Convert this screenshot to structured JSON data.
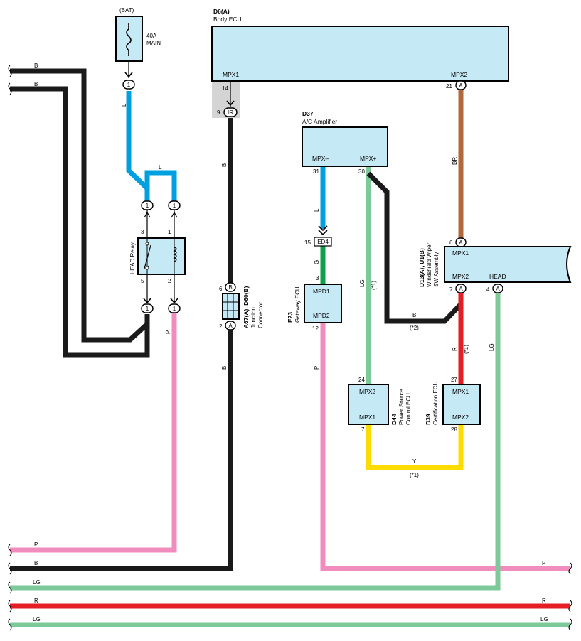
{
  "labels": {
    "bat": "(BAT)",
    "fuse_amp": "40A",
    "fuse_name": "MAIN",
    "d6_code": "D6(A)",
    "d6_name": "Body ECU",
    "d6_mpx1": "MPX1",
    "d6_mpx2": "MPX2",
    "d37_code": "D37",
    "d37_name": "A/C Amplifier",
    "d37_mpx_minus": "MPX–",
    "d37_mpx_plus": "MPX+",
    "ed4": "ED4",
    "e23_code": "E23",
    "e23_name": "Gateway ECU",
    "e23_mpd1": "MPD1",
    "e23_mpd2": "MPD2",
    "d44_code": "D44",
    "d44_name_1": "Power Source",
    "d44_name_2": "Control ECU",
    "d44_mpx2": "MPX2",
    "d44_mpx1": "MPX1",
    "d39_code": "D39",
    "d39_name": "Certification ECU",
    "d39_mpx1": "MPX1",
    "d39_mpx2": "MPX2",
    "d13_code": "D13(A), U1(B)",
    "d13_name_1": "Windshield Wiper",
    "d13_name_2": "SW Assembly",
    "d13_mpx1": "MPX1",
    "d13_mpx2": "MPX2",
    "d13_head": "HEAD",
    "relay_name": "HEAD Relay",
    "jc_code": "A67(A), D60(B)",
    "jc_name_1": "Junction",
    "jc_name_2": "Connector",
    "note_1": "(*1)",
    "note_2": "(*2)"
  },
  "pins": {
    "fuse_out": "1",
    "d6_14": "14",
    "d6_9": "9",
    "ir": "IR",
    "d6_21": "21",
    "d6_a": "A",
    "relay_top1": "1",
    "relay_top2": "1",
    "relay_3": "3",
    "relay_1": "1",
    "relay_5": "5",
    "relay_2": "2",
    "relay_bot1": "1",
    "relay_bot2": "1",
    "jc_6": "6",
    "jc_b": "B",
    "jc_2": "2",
    "jc_a": "A",
    "d37_31": "31",
    "d37_30": "30",
    "ed4_15": "15",
    "e23_3": "3",
    "e23_12": "12",
    "d13_6": "6",
    "d13_6a": "A",
    "d13_7": "7",
    "d13_7a": "A",
    "d13_4": "4",
    "d13_4a": "A",
    "d44_24": "24",
    "d44_7": "7",
    "d39_27": "27",
    "d39_28": "28"
  },
  "wires": {
    "b1": "B",
    "b2": "B",
    "l1": "L",
    "l2": "L",
    "l3": "L",
    "b_jc_top": "B",
    "b_jc_bot": "B",
    "br": "BR",
    "g": "G",
    "lg1": "LG",
    "b_d13": "B",
    "r_d13": "R",
    "p_relay": "P",
    "p_e23": "P",
    "lg_d13": "LG",
    "y": "Y",
    "bus_p_left": "P",
    "bus_b_left": "B",
    "bus_lg_left": "LG",
    "bus_r_left": "R",
    "bus_lg2_left": "LG",
    "bus_p_right": "P",
    "bus_r_right": "R",
    "bus_lg2_right": "LG"
  },
  "colors": {
    "black": "#1a1a1a",
    "blue": "#00a0e0",
    "pink": "#f08cbe",
    "lightgreen": "#7ec99a",
    "green": "#11a04a",
    "brown": "#b06a3a",
    "red": "#e31e24",
    "yellow": "#ffdc00",
    "box": "#c5e9f5",
    "shade": "#d4d4d4"
  }
}
